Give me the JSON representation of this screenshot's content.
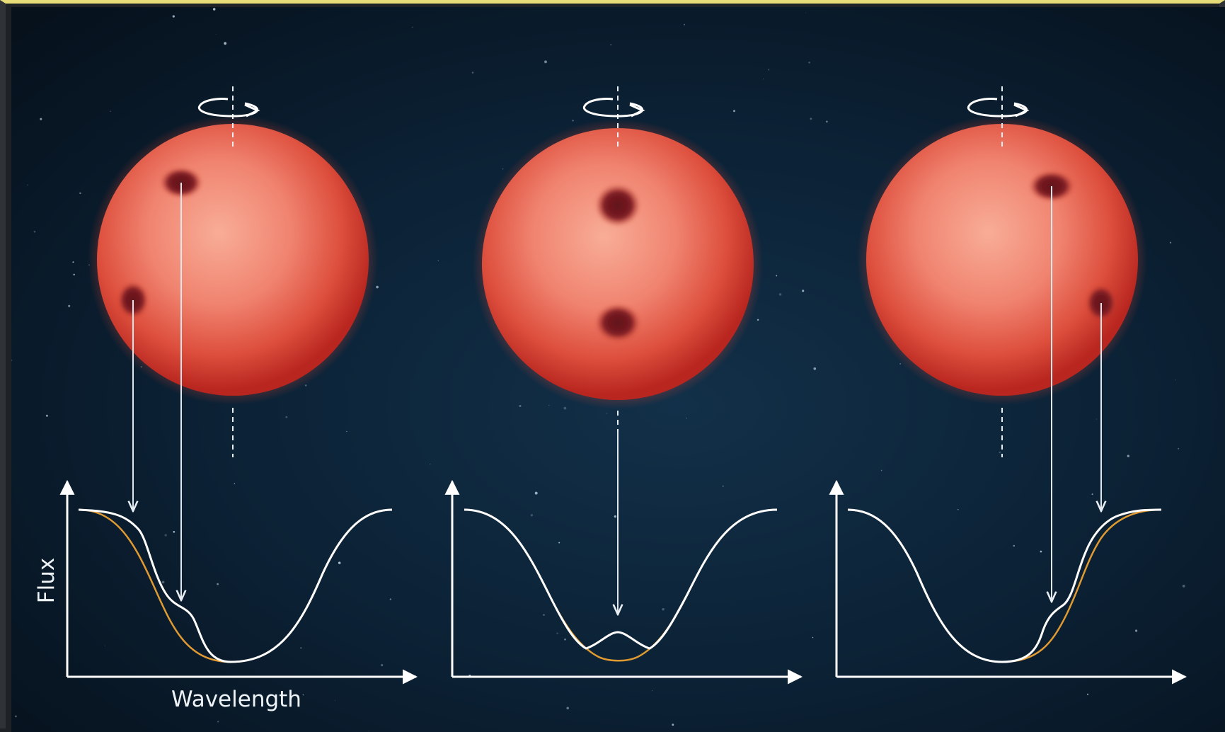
{
  "axis_labels": {
    "y": "Flux",
    "x": "Wavelength"
  },
  "rotation_icon": "rotation-arrow-icon",
  "colors": {
    "space_dark": "#07121d",
    "space_mid": "#0f2b42",
    "star_core": "#f6a08a",
    "star_mid": "#e85a45",
    "star_edge": "#b32a22",
    "spot": "#7a1a20",
    "curve_white": "#ffffff",
    "curve_orange": "#e09a32",
    "top_border": "#e6dc78"
  },
  "panels": [
    {
      "id": "left",
      "spot_count": 2,
      "label_visible": true
    },
    {
      "id": "middle",
      "spot_count": 2,
      "label_visible": false
    },
    {
      "id": "right",
      "spot_count": 2,
      "label_visible": false
    }
  ]
}
